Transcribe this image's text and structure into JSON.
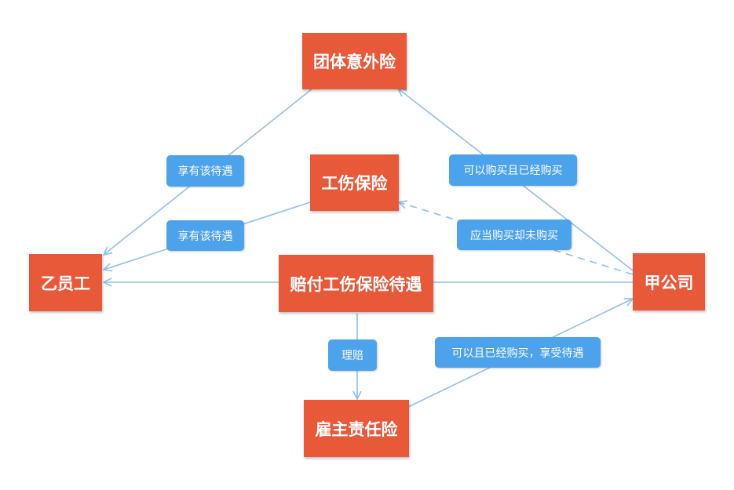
{
  "colors": {
    "node_fill": "#e8593a",
    "label_fill": "#4da2ec",
    "edge": "#8ec0ec"
  },
  "nodes": {
    "group_accident": "团体意外险",
    "work_injury": "工伤保险",
    "employee_b": "乙员工",
    "compensation": "赔付工伤保险待遇",
    "company_a": "甲公司",
    "employer_liability": "雇主责任险"
  },
  "labels": {
    "enjoy_1": "享有该待遇",
    "enjoy_2": "享有该待遇",
    "can_buy_bought": "可以购买且已经购买",
    "should_buy_not": "应当购买却未购买",
    "claim": "理赔",
    "can_buy_enjoy": "可以且已经购买，享受待遇"
  }
}
